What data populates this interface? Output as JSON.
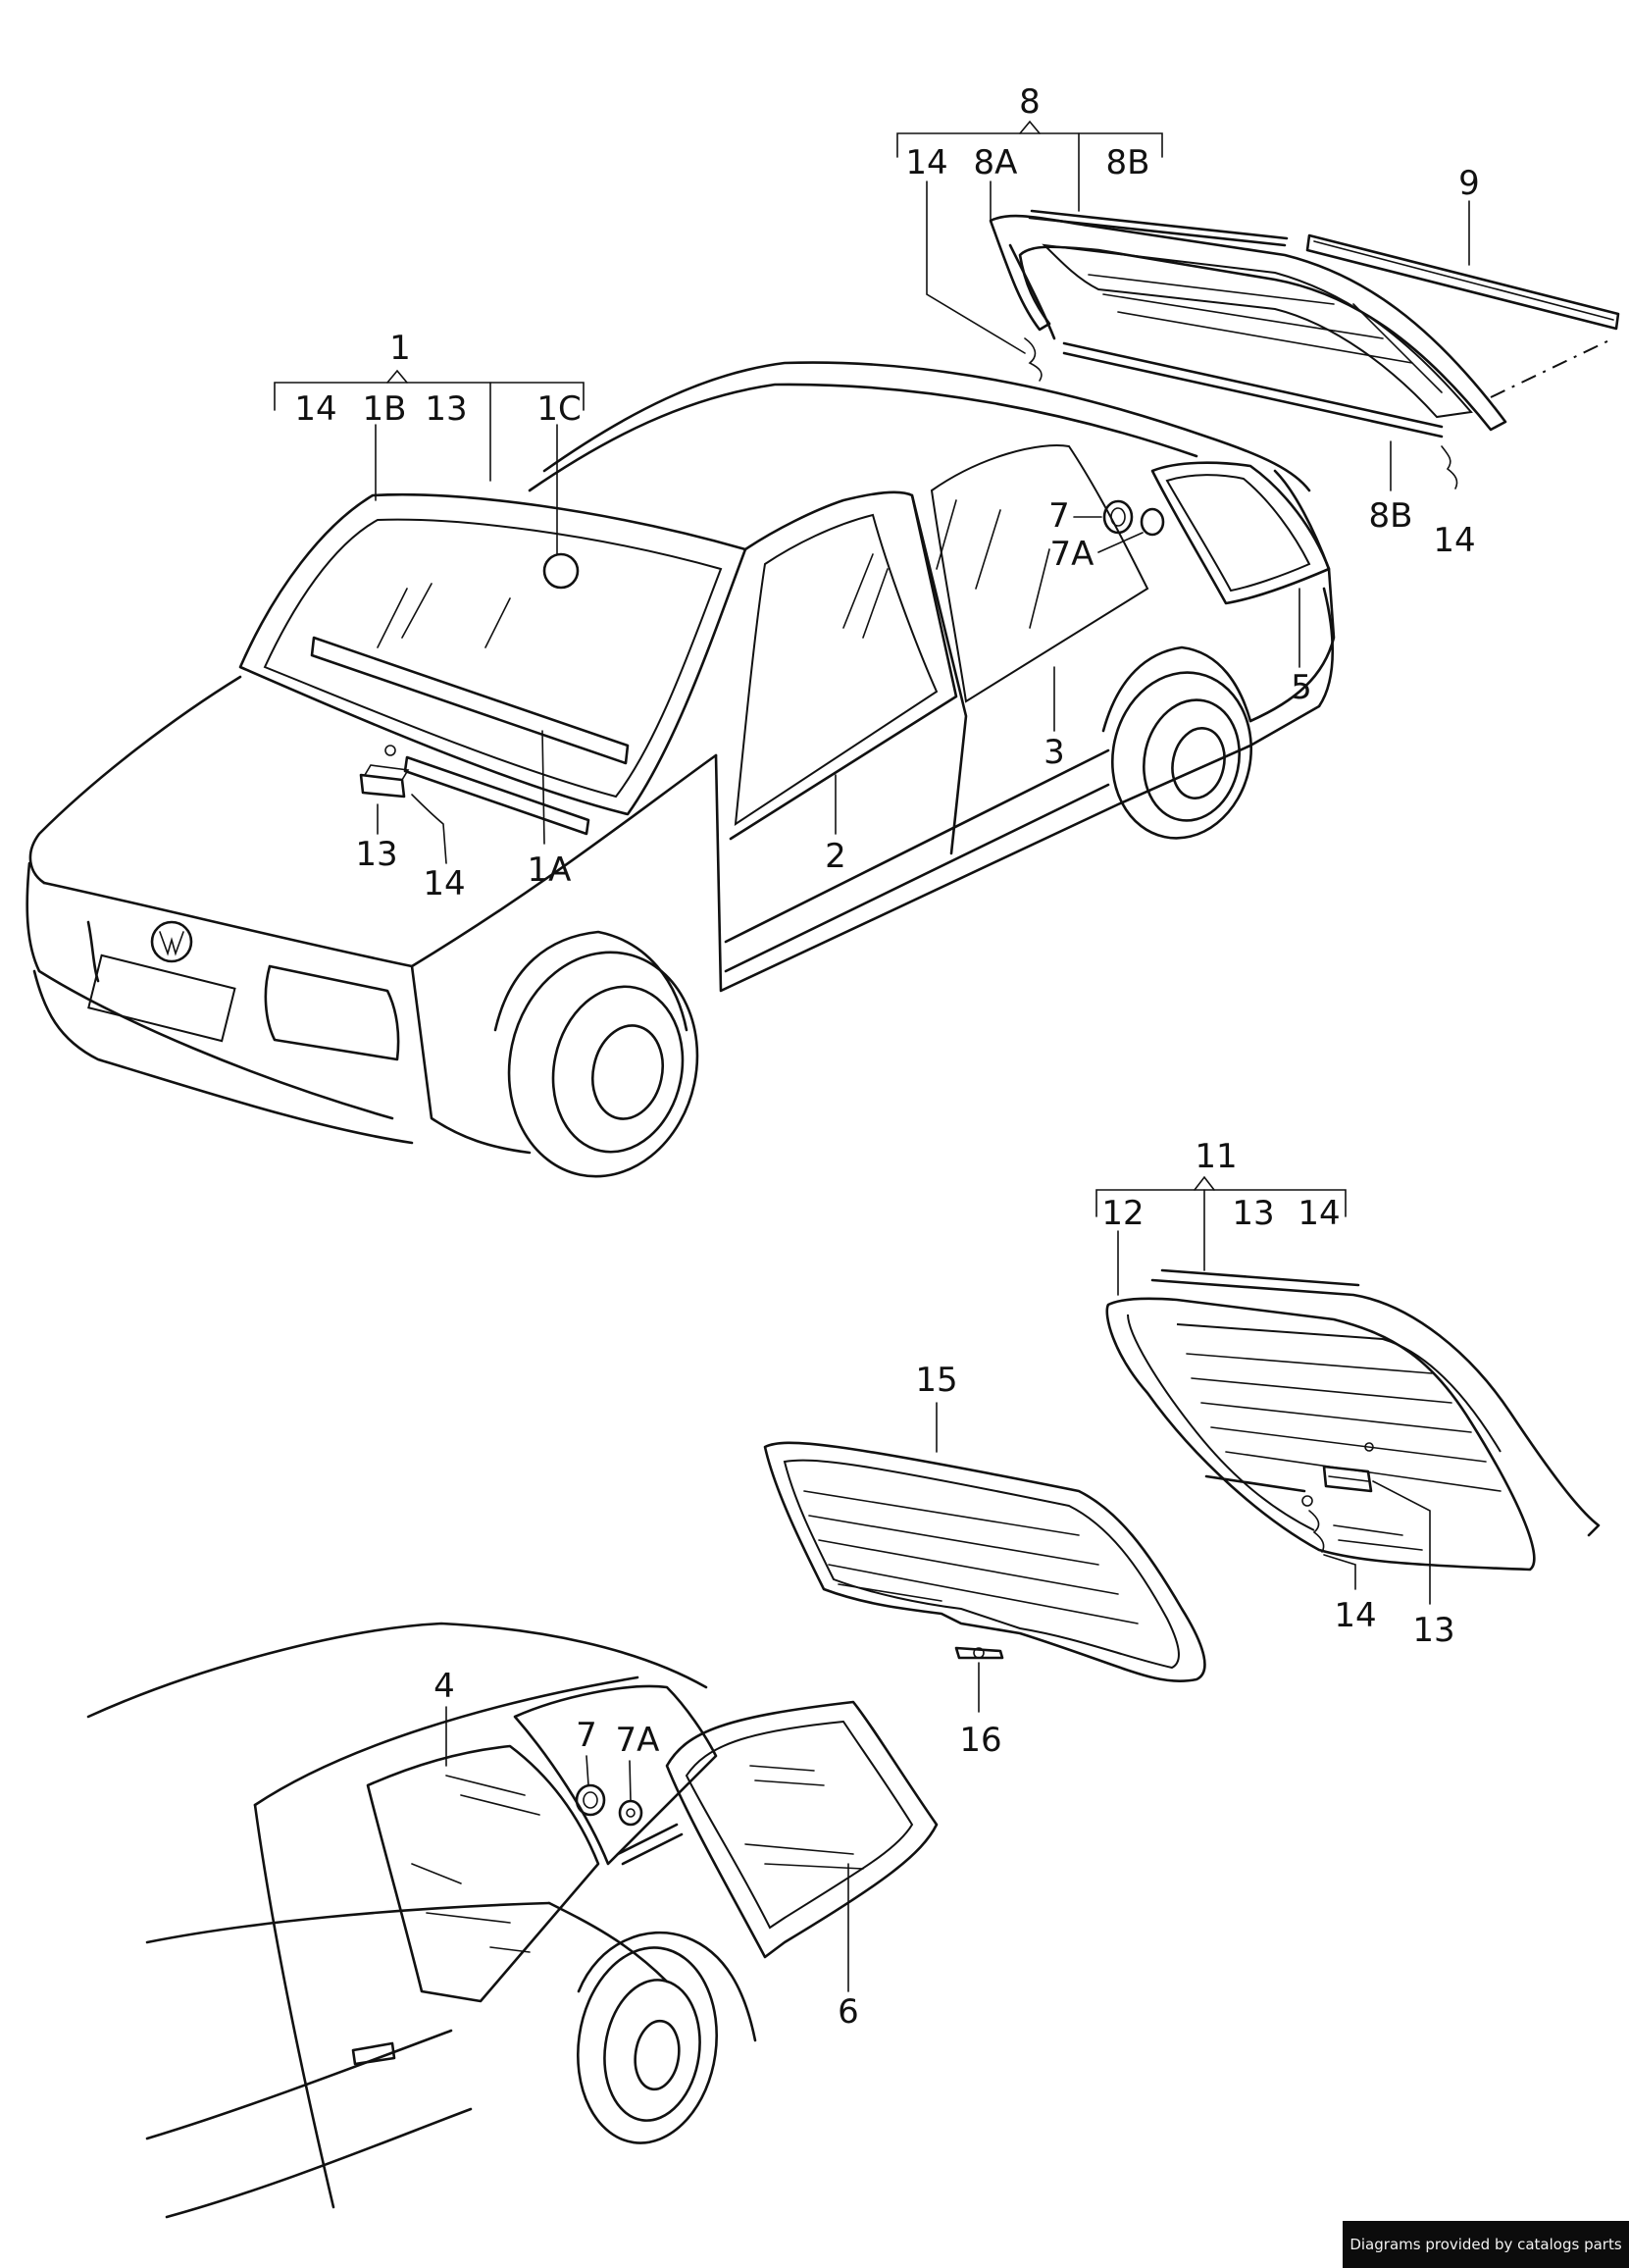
{
  "callouts": {
    "c1": "1",
    "c1A": "1A",
    "c1B": "1B",
    "c1C": "1C",
    "c2": "2",
    "c3": "3",
    "c4": "4",
    "c5": "5",
    "c6": "6",
    "c7_top": "7",
    "c7A_top": "7A",
    "c7_bottom": "7",
    "c7A_bottom": "7A",
    "c8": "8",
    "c8A": "8A",
    "c8B_top": "8B",
    "c8B_low": "8B",
    "c9": "9",
    "c11": "11",
    "c12": "12",
    "c13_a": "13",
    "c13_b": "13",
    "c13_c": "13",
    "c13_d": "13",
    "c14_a": "14",
    "c14_b": "14",
    "c14_c": "14",
    "c14_d": "14",
    "c14_e": "14",
    "c14_f": "14",
    "c15": "15",
    "c16": "16"
  },
  "credit": "Diagrams provided by catalogs parts"
}
